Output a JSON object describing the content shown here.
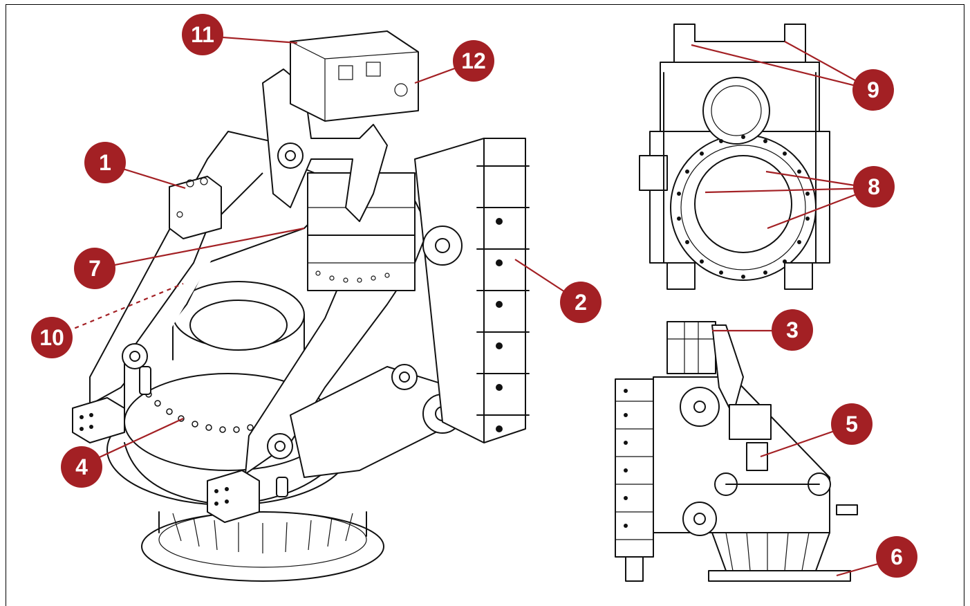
{
  "callouts": [
    {
      "id": "1",
      "label": "1"
    },
    {
      "id": "2",
      "label": "2"
    },
    {
      "id": "3",
      "label": "3"
    },
    {
      "id": "4",
      "label": "4"
    },
    {
      "id": "5",
      "label": "5"
    },
    {
      "id": "6",
      "label": "6"
    },
    {
      "id": "7",
      "label": "7"
    },
    {
      "id": "8",
      "label": "8"
    },
    {
      "id": "9",
      "label": "9"
    },
    {
      "id": "10",
      "label": "10"
    },
    {
      "id": "11",
      "label": "11"
    },
    {
      "id": "12",
      "label": "12"
    }
  ],
  "colors": {
    "callout_fill": "#a32024",
    "callout_text": "#ffffff",
    "line_art": "#111111",
    "background": "#ffffff"
  }
}
